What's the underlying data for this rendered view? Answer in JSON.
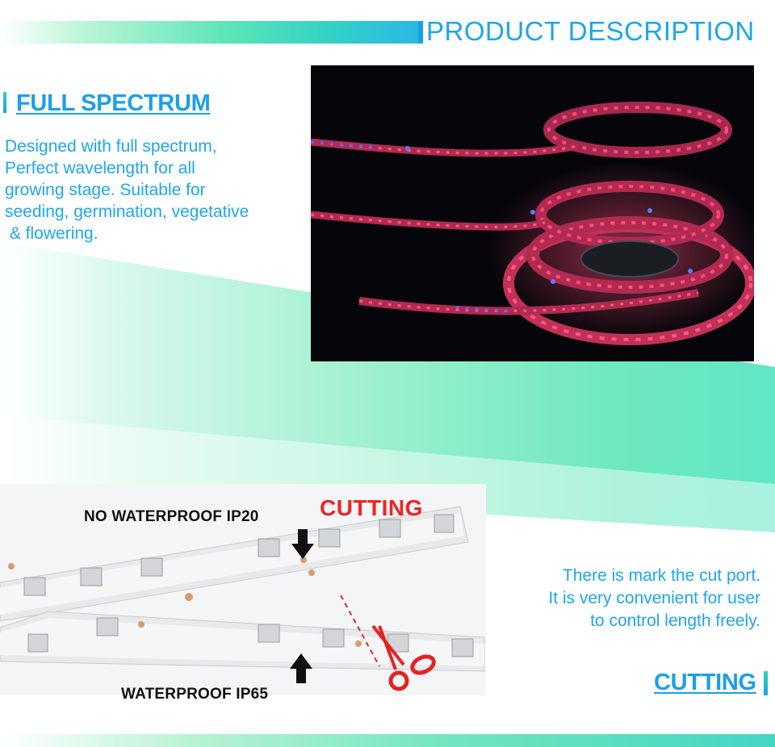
{
  "header": {
    "title": "PRODUCT DESCRIPTION"
  },
  "full_spectrum": {
    "title": "FULL SPECTRUM",
    "lines": [
      "Designed with full spectrum,",
      "Perfect wavelength for all",
      "growing stage. Suitable for",
      "seeding, germination, vegetative",
      " & flowering."
    ]
  },
  "cutting_section": {
    "label_no_waterproof": "NO WATERPROOF IP20",
    "label_waterproof": "WATERPROOF IP65",
    "label_cutting": "CUTTING",
    "lines": [
      "There is mark the cut port.",
      "It is very convenient for user",
      "to control length freely."
    ],
    "title": "CUTTING"
  },
  "colors": {
    "accent_blue": "#1c9fe6",
    "accent_green": "#4fe0b0",
    "cut_red": "#ee2424"
  }
}
